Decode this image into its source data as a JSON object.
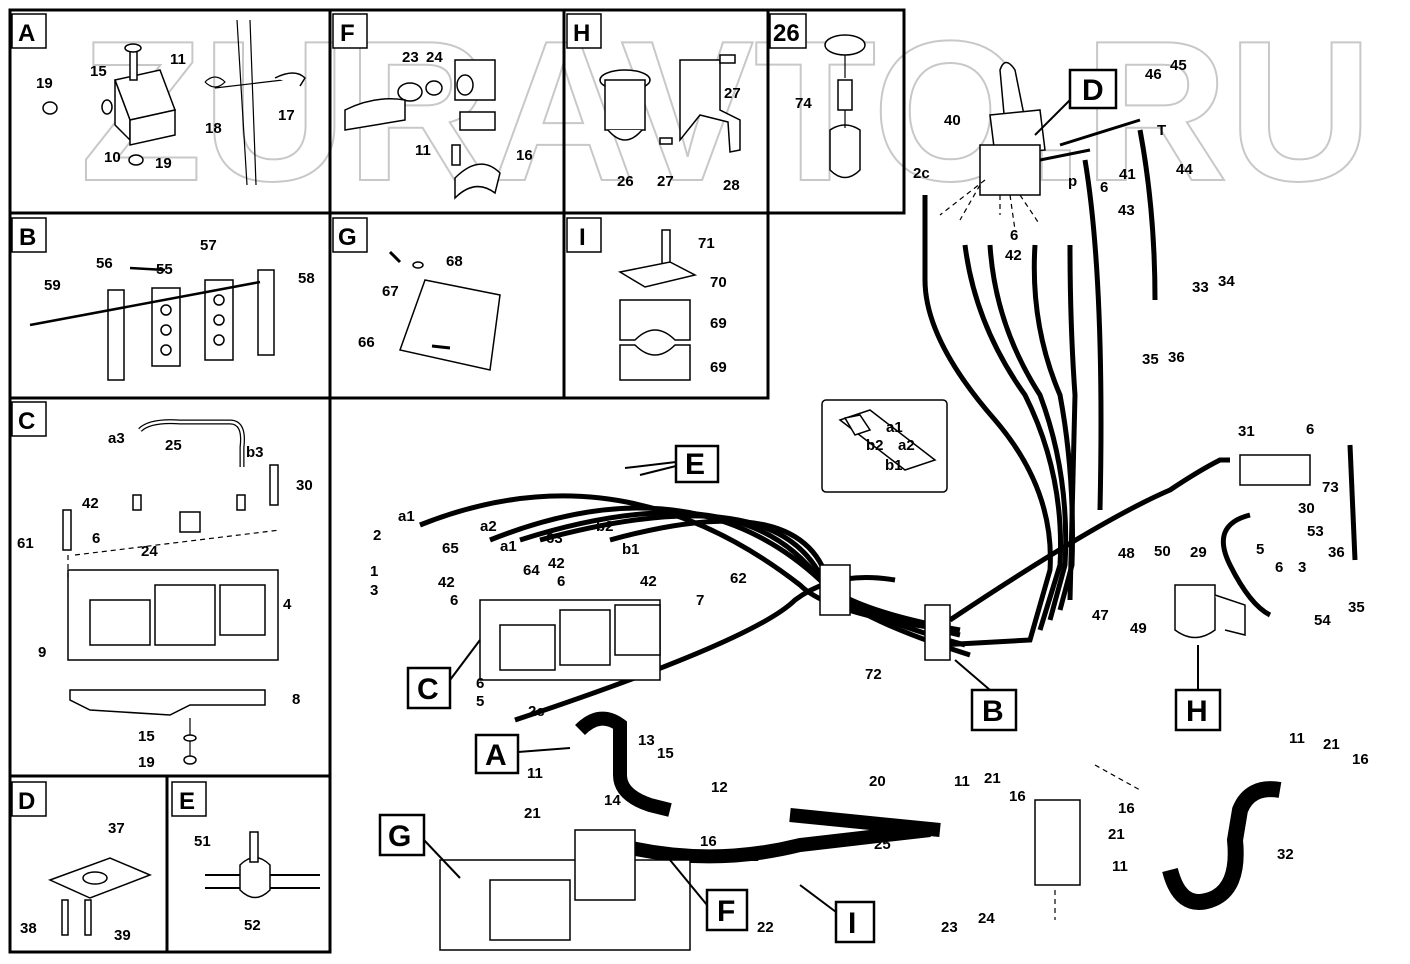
{
  "watermark": "ZURAVTO.RU",
  "panels": [
    {
      "id": "A",
      "tag": "A",
      "labels": [
        "11",
        "15",
        "19",
        "17",
        "18",
        "10",
        "19"
      ]
    },
    {
      "id": "F",
      "tag": "F",
      "labels": [
        "23",
        "24",
        "11",
        "16"
      ]
    },
    {
      "id": "H",
      "tag": "H",
      "labels": [
        "27",
        "26",
        "27",
        "28"
      ]
    },
    {
      "id": "26",
      "tag": "26",
      "labels": [
        "74"
      ]
    },
    {
      "id": "B",
      "tag": "B",
      "labels": [
        "56",
        "55",
        "57",
        "58",
        "59"
      ]
    },
    {
      "id": "G",
      "tag": "G",
      "labels": [
        "68",
        "67",
        "66"
      ]
    },
    {
      "id": "I",
      "tag": "I",
      "labels": [
        "71",
        "70",
        "69",
        "69"
      ]
    },
    {
      "id": "C",
      "tag": "C",
      "labels": [
        "a3",
        "25",
        "b3",
        "30",
        "42",
        "61",
        "6",
        "24",
        "4",
        "9",
        "8",
        "15",
        "19"
      ]
    },
    {
      "id": "D",
      "tag": "D",
      "labels": [
        "37",
        "38",
        "39"
      ]
    },
    {
      "id": "E",
      "tag": "E",
      "labels": [
        "51",
        "52"
      ]
    }
  ],
  "main_labels": {
    "lever": [
      "40",
      "46",
      "45",
      "T",
      "2c",
      "p",
      "6",
      "41",
      "44",
      "43",
      "6",
      "42",
      "33",
      "34",
      "35",
      "36"
    ],
    "inset": [
      "a1",
      "b2",
      "a2",
      "b1"
    ],
    "valve": [
      "a1",
      "2",
      "1",
      "3",
      "a2",
      "65",
      "a1",
      "64",
      "63",
      "b2",
      "b1",
      "42",
      "6",
      "42",
      "6",
      "42",
      "62",
      "7",
      "6",
      "5",
      "2c"
    ],
    "filter": [
      "31",
      "6",
      "73",
      "30",
      "29",
      "5",
      "6",
      "53",
      "36",
      "3",
      "54",
      "35",
      "48",
      "50",
      "47",
      "49"
    ],
    "bottom": [
      "72",
      "13",
      "15",
      "11",
      "12",
      "14",
      "21",
      "16",
      "21",
      "20",
      "11",
      "21",
      "16",
      "25",
      "23",
      "24",
      "22",
      "11",
      "21",
      "16",
      "16",
      "21",
      "11",
      "32"
    ]
  },
  "callouts": [
    "D",
    "E",
    "C",
    "B",
    "H",
    "A",
    "G",
    "F",
    "I"
  ]
}
